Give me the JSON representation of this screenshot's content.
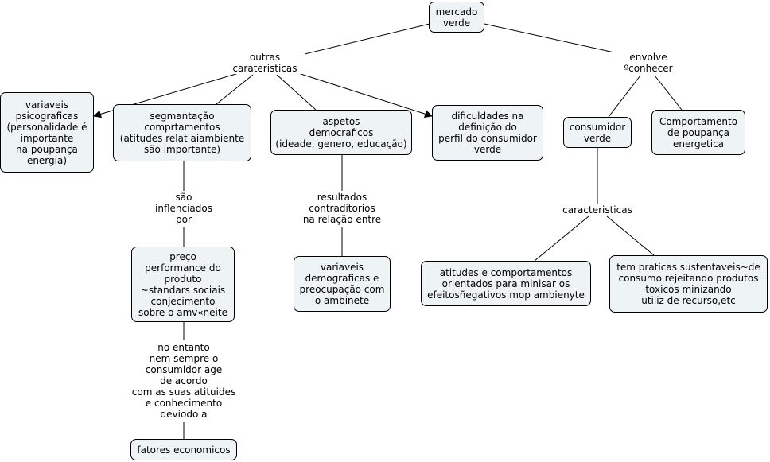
{
  "concepts": {
    "mercado_verde": "mercado\nverde",
    "variaveis_psicograficas": "variaveis\npsicograficas\n(personalidade é\nimportante\nna poupança\nenergia)",
    "segmentacao": "segmantação\ncomprtamentos\n(atitudes relat aiambiente\nsão importante)",
    "aspetos_democraficos": "aspetos\ndemocraficos\n(ideade, genero, educação)",
    "dificuldades": "dificuldades na\ndefinição do\nperfil do consumidor\nverde",
    "consumidor_verde": "consumidor\nverde",
    "comportamento_poupanca": "Comportamento\nde poupança\nenergetica",
    "preco_performance": "preço\nperformance do\nproduto\n~standars sociais\nconjecimento\nsobre o amv«neite",
    "variaveis_demograficas": "variaveis\ndemograficas e\npreocupação com\no ambinete",
    "atitudes_comportamentos": "atitudes e comportamentos\norientados para minisar os\nefeitosñegativos mop ambienyte",
    "praticas_sustentaveis": "tem praticas sustentaveis~de\nconsumo rejeitando produtos\ntoxicos minizando\nutiliz de recurso,etc",
    "fatores_economicos": "fatores economicos"
  },
  "linking_phrases": {
    "outras_carateristicas": "outras\ncarateristicas",
    "envolve_conhecer": "envolve\nºconhecer",
    "sao_influenciados_por": "são\ninflenciados\npor",
    "resultados_contraditorios": "resultados\ncontraditorios\nna relação entre",
    "caracteristicas": "caracteristicas",
    "no_entanto": "no entanto\nnem sempre o\nconsumidor age\nde acordo\ncom as suas atituides\ne conhecimento\ndeviodo a"
  }
}
